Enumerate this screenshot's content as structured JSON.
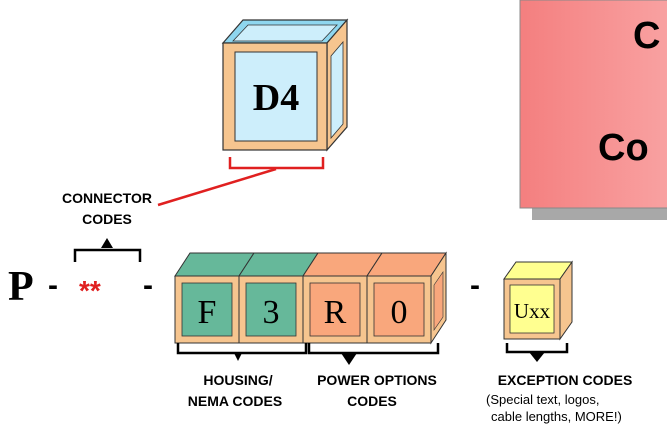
{
  "title": {
    "line1": "C",
    "line2": "Co",
    "box_color": "#f58a8a"
  },
  "connector_cube": {
    "label": "D4"
  },
  "connector_label": {
    "line1": "CONNECTOR",
    "line2": "CODES"
  },
  "part_number": {
    "prefix": "P",
    "dash1": "-",
    "wildcard": "**",
    "dash2": "-",
    "dash3": "-"
  },
  "cubes": {
    "housing": [
      "F",
      "3"
    ],
    "power": [
      "R",
      "0"
    ],
    "exception": "Uxx"
  },
  "labels": {
    "housing_line1": "HOUSING/",
    "housing_line2": "NEMA CODES",
    "power_line1": "POWER OPTIONS",
    "power_line2": "CODES",
    "exception_title": "EXCEPTION CODES",
    "exception_line1": "(Special text, logos,",
    "exception_line2": "cable lengths, MORE!)"
  },
  "colors": {
    "housing_face": "#66b89a",
    "power_face": "#f9a77c",
    "exception_face": "#ffff90",
    "connector_face": "#cdeefb",
    "cube_body": "#f6c58f",
    "accent_red": "#e02020"
  }
}
